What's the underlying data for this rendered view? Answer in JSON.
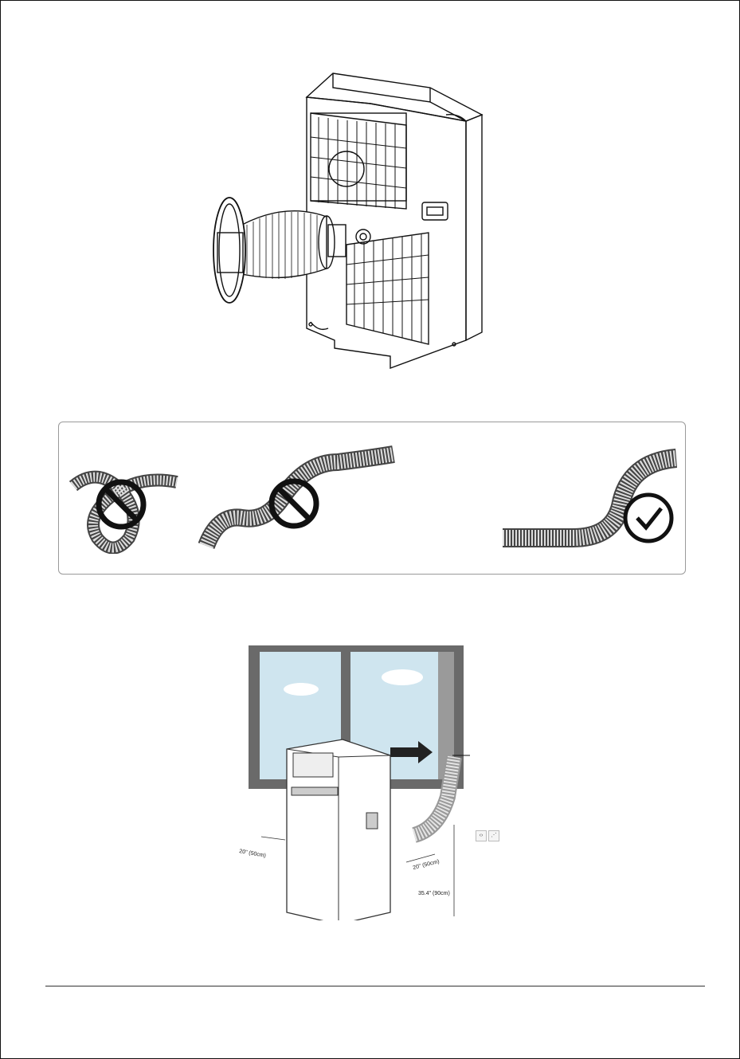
{
  "figures": {
    "ac_back": {
      "icon": "portable-ac-rear-with-exhaust-hose-icon"
    },
    "hose_panel": {
      "items": [
        {
          "icon": "prohibited-icon",
          "status": "not allowed",
          "hose": "tight loop"
        },
        {
          "icon": "prohibited-icon",
          "status": "not allowed",
          "hose": "raised kinks"
        },
        {
          "icon": "checkmark-icon",
          "status": "correct",
          "hose": "gentle bend"
        }
      ]
    },
    "window_install": {
      "icon": "window-install-icon",
      "dims": {
        "left_clearance": "20\" (50cm)",
        "hose_clearance": "20\" (50cm)",
        "window_height": "35.4\" (90cm)"
      },
      "mini_icons": [
        "‹›",
        "⋰"
      ]
    }
  },
  "colors": {
    "line": "#111111",
    "panel_border": "#9a9a9a",
    "sky": "#cfe5ef"
  }
}
